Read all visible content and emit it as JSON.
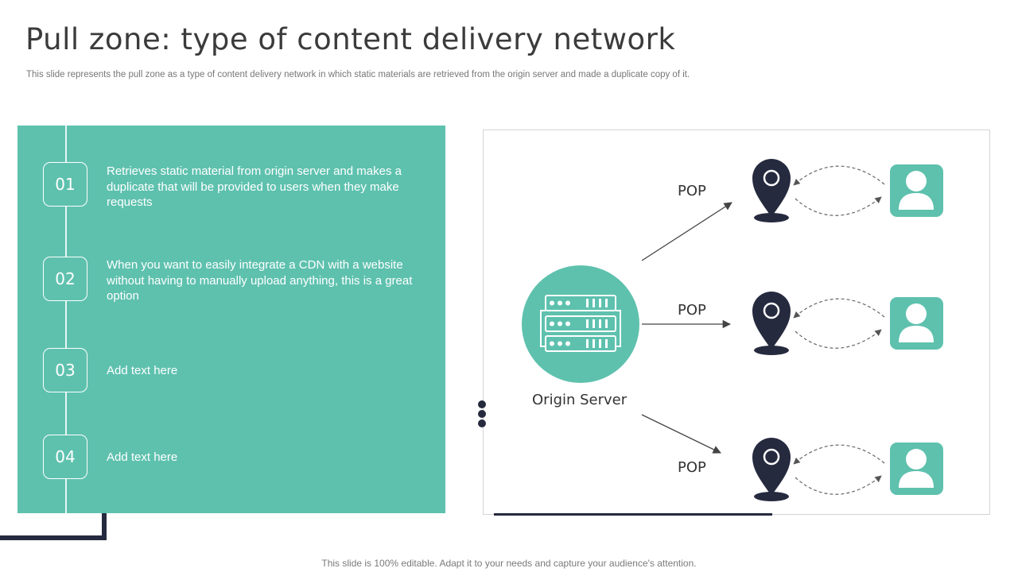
{
  "title": "Pull zone: type of content delivery network",
  "subtitle": "This slide represents the pull zone as a type of content delivery network in which static materials are retrieved from the origin server and made a duplicate copy of it.",
  "steps": [
    {
      "number": "01",
      "text": "Retrieves static material from origin server and makes a duplicate that will be provided to users when they make requests"
    },
    {
      "number": "02",
      "text": "When you want to easily integrate a CDN with a website without having to manually upload anything, this is a great option"
    },
    {
      "number": "03",
      "text": "Add text here"
    },
    {
      "number": "04",
      "text": "Add text here"
    }
  ],
  "diagram": {
    "origin_label": "Origin Server",
    "pop_labels": [
      "POP",
      "POP",
      "POP"
    ],
    "icons": {
      "server": "server-rack-icon",
      "pop": "location-pin-icon",
      "user": "user-icon"
    }
  },
  "footer": "This slide is 100% editable. Adapt it to your needs and capture your audience's attention.",
  "colors": {
    "accent": "#5ec1ae",
    "dark": "#262a3e",
    "title": "#3b3b3b"
  }
}
